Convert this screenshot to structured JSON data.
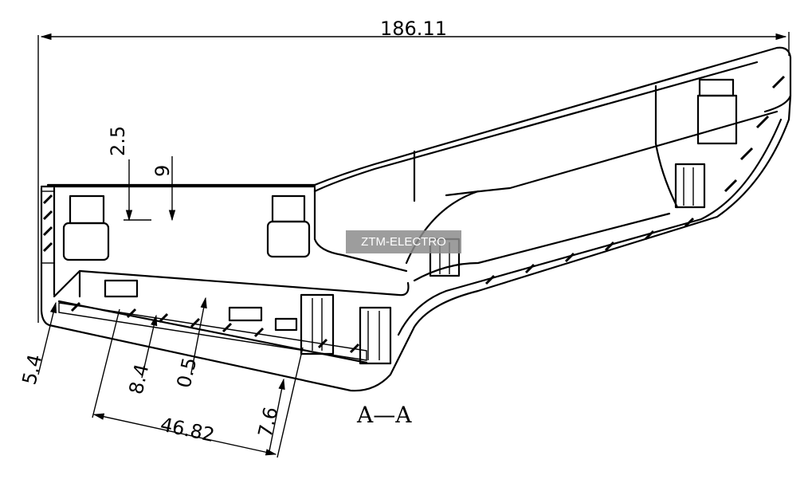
{
  "dimensions": {
    "overall_length": "186.11",
    "top_offset": "2.5",
    "boss_height": "9",
    "wall_thickness": "5.4",
    "rib_depth": "8.4",
    "floor_thickness": "0.5",
    "rib_spacing": "46.82",
    "rib_height": "7.6"
  },
  "section_label": "A—A",
  "watermark": "ZTM-ELECTRO"
}
